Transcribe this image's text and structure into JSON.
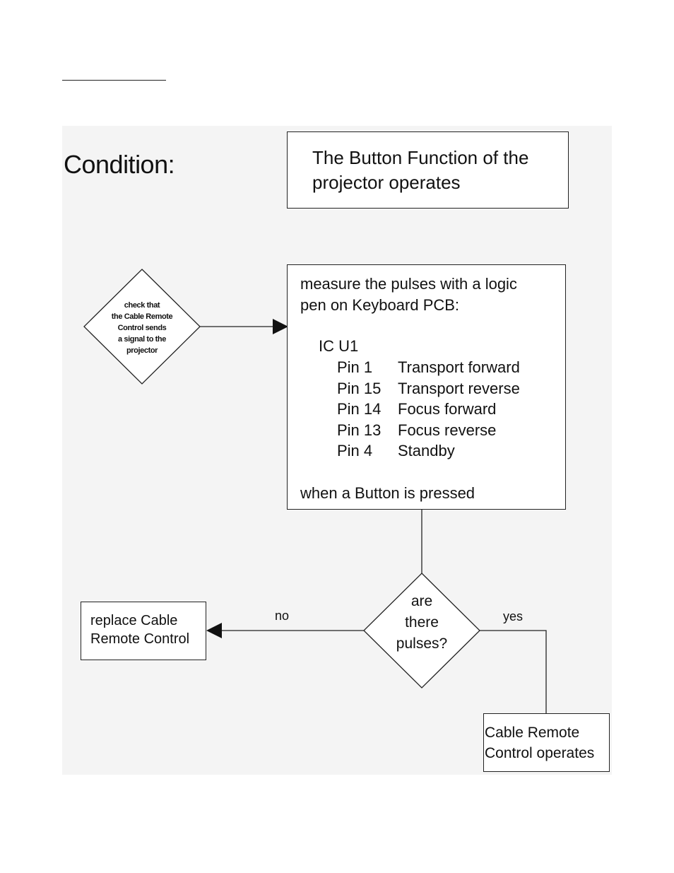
{
  "condition_label": "Condition:",
  "condition_box": {
    "line1": "The Button Function of the",
    "line2": "projector operates"
  },
  "check_diamond": {
    "line1": "check that",
    "line2": "the Cable Remote",
    "line3": "Control sends",
    "line4": "a signal to the",
    "line5": "projector"
  },
  "measure_box": {
    "intro1": "measure the pulses with a logic",
    "intro2": "pen on Keyboard PCB:",
    "ic": "IC U1",
    "pins": [
      {
        "pin": "Pin 1",
        "function": "Transport forward"
      },
      {
        "pin": "Pin 15",
        "function": "Transport reverse"
      },
      {
        "pin": "Pin 14",
        "function": "Focus forward"
      },
      {
        "pin": "Pin 13",
        "function": "Focus reverse"
      },
      {
        "pin": "Pin 4",
        "function": "Standby"
      }
    ],
    "outro": "when a Button is pressed"
  },
  "decision": {
    "line1": "are",
    "line2": "there",
    "line3": "pulses?"
  },
  "no_label": "no",
  "yes_label": "yes",
  "replace_box": {
    "line1": "replace Cable",
    "line2": "Remote Control"
  },
  "operates_box": {
    "line1": "Cable Remote",
    "line2": "Control operates"
  }
}
